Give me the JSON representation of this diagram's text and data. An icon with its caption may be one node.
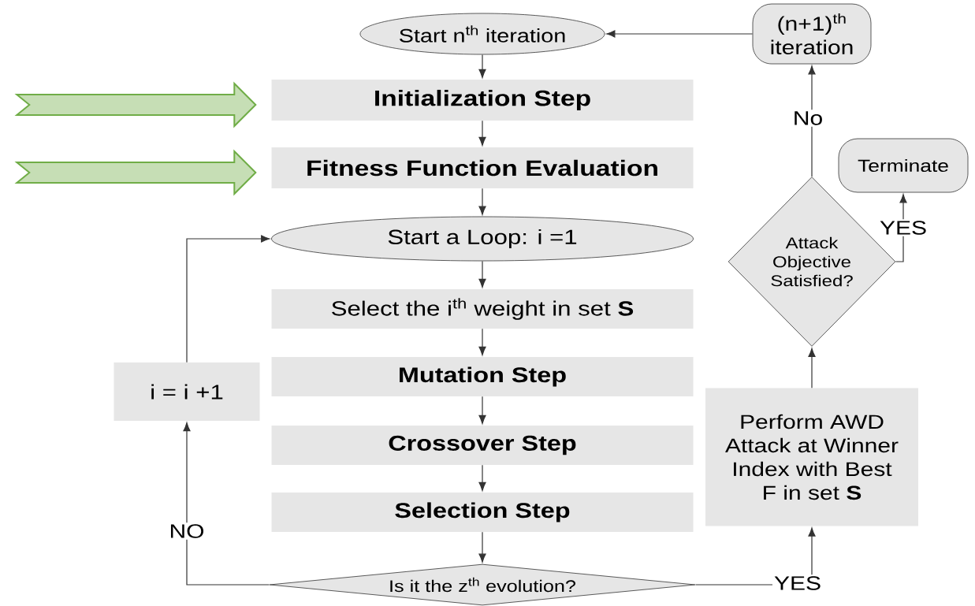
{
  "diagram": {
    "nodes": [
      {
        "text": [
          "Start n$^{th}$ iteration"
        ]
      },
      {
        "text": [
          "(n+1)$^{th}$ iteration"
        ]
      },
      {
        "text": [
          "Initialization Step"
        ]
      },
      {
        "text": [
          "Fitness Function Evaluation"
        ]
      },
      {
        "text": [
          "Terminate"
        ]
      },
      {
        "text": [
          "Attack Objective Satisfied?"
        ]
      },
      {
        "text": [
          "Start a Loop: i =1"
        ]
      },
      {
        "text": [
          "Select the i$^{th}$ weight in set **S**"
        ]
      },
      {
        "text": [
          "i = i +1"
        ]
      },
      {
        "text": [
          "Mutation Step"
        ]
      },
      {
        "text": [
          "Crossover Step"
        ]
      },
      {
        "text": [
          "Selection Step"
        ]
      },
      {
        "text": [
          "Perform AWD Attack at Winner Index with Best F in set **S**"
        ]
      },
      {
        "text": [
          "Is it the z$^{th}$ evolution?"
        ]
      }
    ],
    "edges": [
      {
        "from": 1,
        "to": 0,
        "arrow": "to"
      },
      {
        "from": 0,
        "to": 2,
        "arrow": "to"
      },
      {
        "from": 2,
        "to": 3,
        "arrow": "to"
      },
      {
        "from": 3,
        "to": 6,
        "arrow": "to"
      },
      {
        "from": 6,
        "to": 7,
        "arrow": "to"
      },
      {
        "from": 7,
        "to": 9,
        "arrow": "to"
      },
      {
        "from": 9,
        "to": 10,
        "arrow": "to"
      },
      {
        "from": 10,
        "to": 11,
        "arrow": "to"
      },
      {
        "from": 11,
        "to": 13,
        "arrow": "to"
      },
      {
        "from": 13,
        "to": 8,
        "arrow": "to",
        "label": "NO"
      },
      {
        "from": 8,
        "to": 6,
        "arrow": "to"
      },
      {
        "from": 13,
        "to": 12,
        "arrow": "to",
        "label": "YES"
      },
      {
        "from": 12,
        "to": 5,
        "arrow": "to"
      },
      {
        "from": 5,
        "to": 1,
        "arrow": "to",
        "label": "No"
      },
      {
        "from": 5,
        "to": 4,
        "arrow": "to",
        "label": "YES"
      },
      {
        "from": null,
        "to": 2,
        "arrow": "to",
        "style": "thick",
        "color": "#70ad47"
      },
      {
        "from": null,
        "to": 3,
        "arrow": "to",
        "style": "thick",
        "color": "#70ad47"
      }
    ]
  }
}
